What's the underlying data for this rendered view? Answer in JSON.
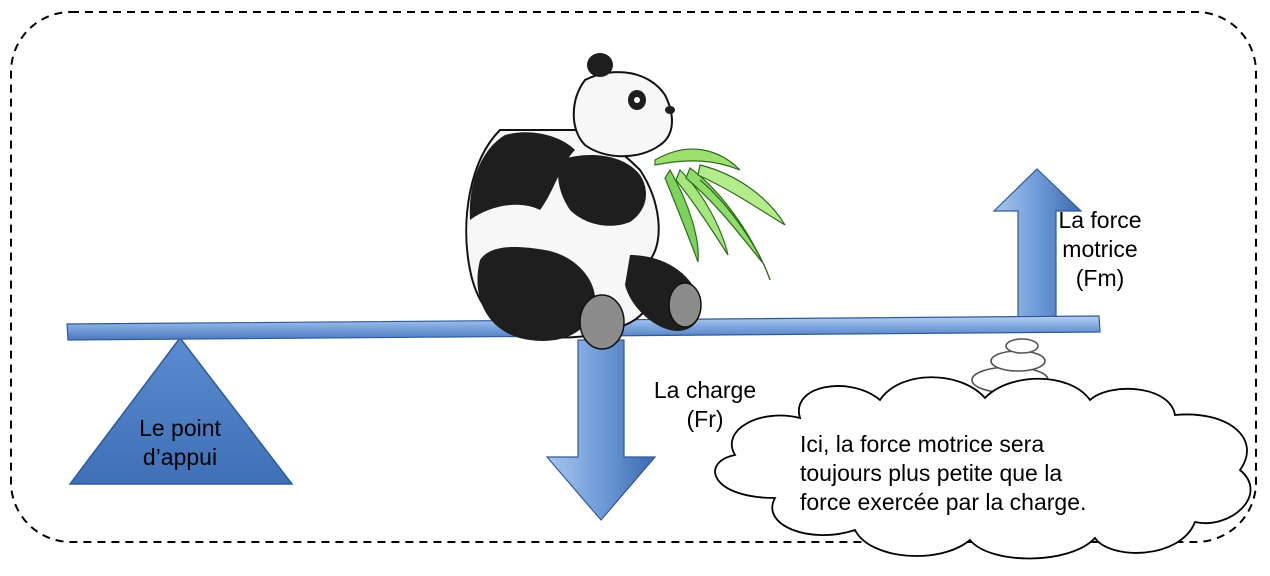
{
  "diagram": {
    "fulcrum": {
      "line1": "Le point",
      "line2": "d’appui"
    },
    "load": {
      "line1": "La charge",
      "line2": "(Fr)"
    },
    "effort": {
      "line1": "La force",
      "line2": "motrice",
      "line3": "(Fm)"
    },
    "note": {
      "line1": "Ici, la force motrice sera",
      "line2": "toujours plus petite que la",
      "line3": "force exercée par la charge."
    }
  },
  "colors": {
    "blue_light": "#a9c6ef",
    "blue_mid": "#6f9bd8",
    "blue_dark": "#3c69b0",
    "outline": "#2e5a9a"
  }
}
